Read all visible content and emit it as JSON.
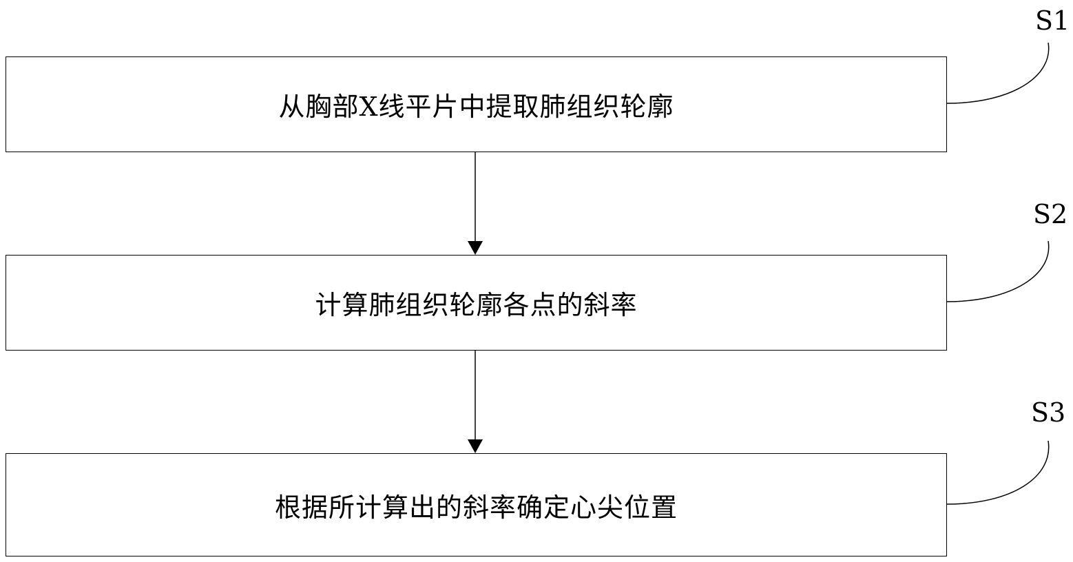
{
  "steps": [
    {
      "id": "S1",
      "text": "从胸部X线平片中提取肺组织轮廓"
    },
    {
      "id": "S2",
      "text": "计算肺组织轮廓各点的斜率"
    },
    {
      "id": "S3",
      "text": "根据所计算出的斜率确定心尖位置"
    }
  ]
}
